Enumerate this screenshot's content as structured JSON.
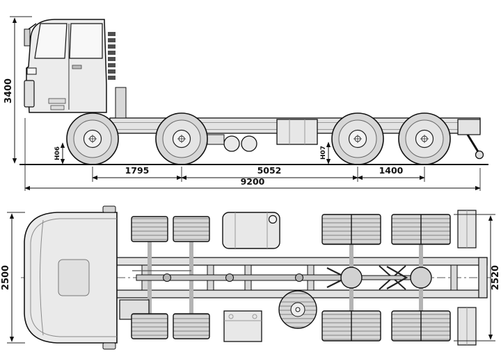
{
  "diagram": {
    "type": "truck-chassis-engineering-drawing",
    "side_view": {
      "height_label": "3400",
      "front_frame_height_label": "H06",
      "rear_frame_height_label": "H07",
      "axle_spacings": [
        "1795",
        "5052",
        "1400"
      ],
      "overall_length_label": "9200"
    },
    "top_view": {
      "width_left_label": "2500",
      "width_right_label": "2520"
    },
    "colors": {
      "line": "#111111",
      "fill_light": "#ececec",
      "fill_mid": "#d6d6d6"
    }
  }
}
